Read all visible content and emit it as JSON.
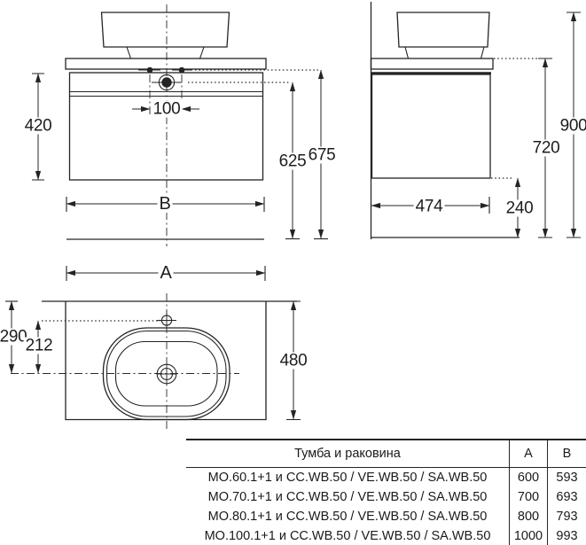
{
  "colors": {
    "line": "#242424",
    "background": "#ffffff"
  },
  "dims": {
    "front": {
      "cabinet_height": "420",
      "faucet_hole_spacing": "100",
      "faucet_height": "625",
      "mount_height": "675",
      "width": "B"
    },
    "side": {
      "depth": "474",
      "bottom_clearance": "240",
      "cabinet_top_height": "720",
      "total_height": "900"
    },
    "top": {
      "width": "A",
      "wall_to_basin_center": "290",
      "hole_to_basin_center": "212",
      "countertop_depth": "480"
    }
  },
  "table": {
    "headers": {
      "model": "Тумба и раковина",
      "a": "A",
      "b": "B"
    },
    "rows": [
      {
        "model": "MO.60.1+1 и CC.WB.50 / VE.WB.50 / SA.WB.50",
        "a": "600",
        "b": "593"
      },
      {
        "model": "MO.70.1+1 и CC.WB.50 / VE.WB.50 / SA.WB.50",
        "a": "700",
        "b": "693"
      },
      {
        "model": "MO.80.1+1 и CC.WB.50 / VE.WB.50 / SA.WB.50",
        "a": "800",
        "b": "793"
      },
      {
        "model": "MO.100.1+1 и CC.WB.50 / VE.WB.50 / SA.WB.50",
        "a": "1000",
        "b": "993"
      }
    ]
  }
}
